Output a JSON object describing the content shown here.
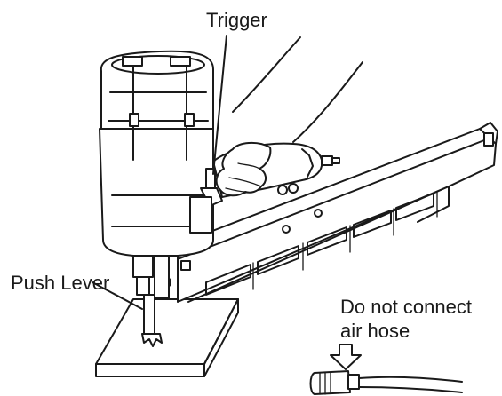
{
  "labels": {
    "trigger": "Trigger",
    "push_lever": "Push Lever",
    "hose_warning_line1": "Do not connect",
    "hose_warning_line2": "air hose"
  },
  "colors": {
    "ink": "#1a1a1a",
    "background": "#ffffff"
  }
}
